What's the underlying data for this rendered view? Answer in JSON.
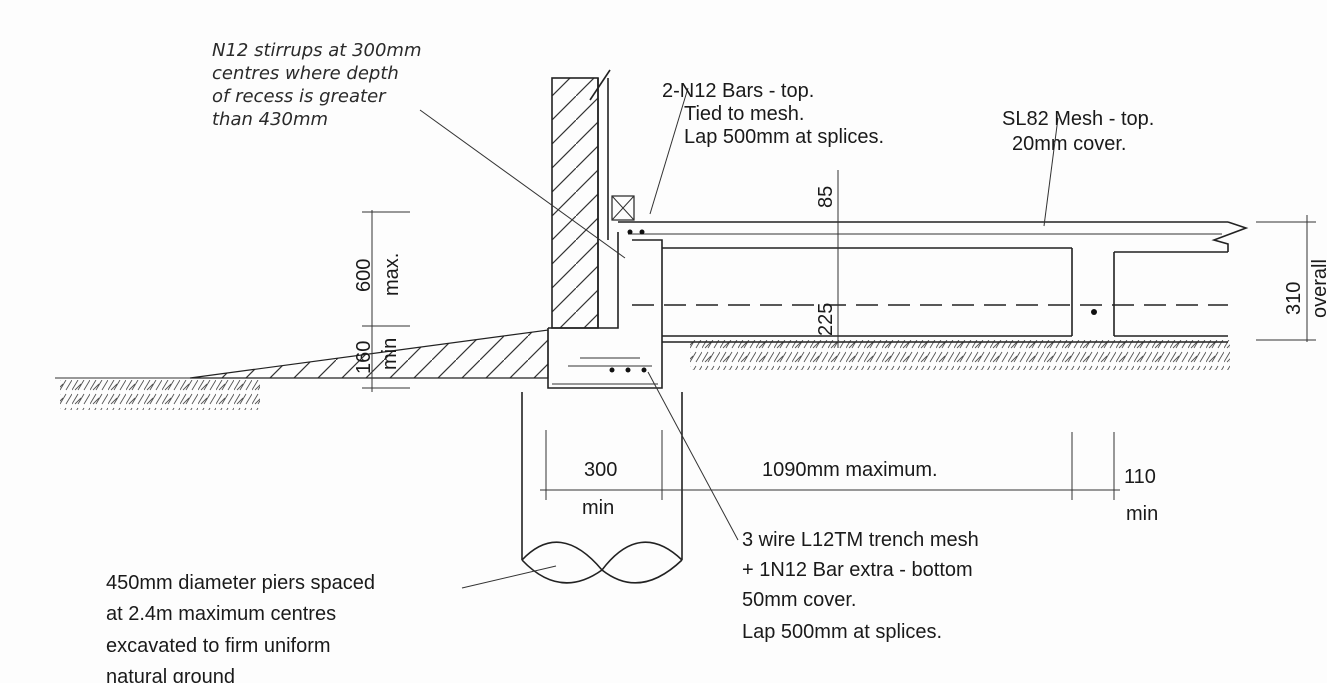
{
  "stirrup_note": [
    "N12 stirrups at 300mm",
    "centres where depth",
    "of recess is greater",
    "than 430mm"
  ],
  "top_bars_note": [
    "2-N12 Bars - top.",
    "Tied to mesh.",
    "Lap 500mm at splices."
  ],
  "mesh_note": [
    "SL82 Mesh - top.",
    "20mm cover."
  ],
  "dimensions": {
    "slab_top": "85",
    "rib_depth": "225",
    "total_depth": "310",
    "total_depth_suffix": "overall",
    "recess_max": "600",
    "recess_max_label": "max.",
    "recess_min": "160",
    "recess_min_label": "min",
    "beam_width": "300",
    "beam_width_label": "min",
    "rib_spacing": "1090mm maximum.",
    "rib_width": "110",
    "rib_width_label": "min"
  },
  "trench_mesh_note": [
    "3 wire L12TM trench mesh",
    "+ 1N12 Bar extra - bottom",
    "50mm cover.",
    "Lap 500mm at splices."
  ],
  "pier_note": [
    "450mm diameter piers spaced",
    "at 2.4m maximum centres",
    "excavated to firm uniform",
    "natural ground"
  ]
}
